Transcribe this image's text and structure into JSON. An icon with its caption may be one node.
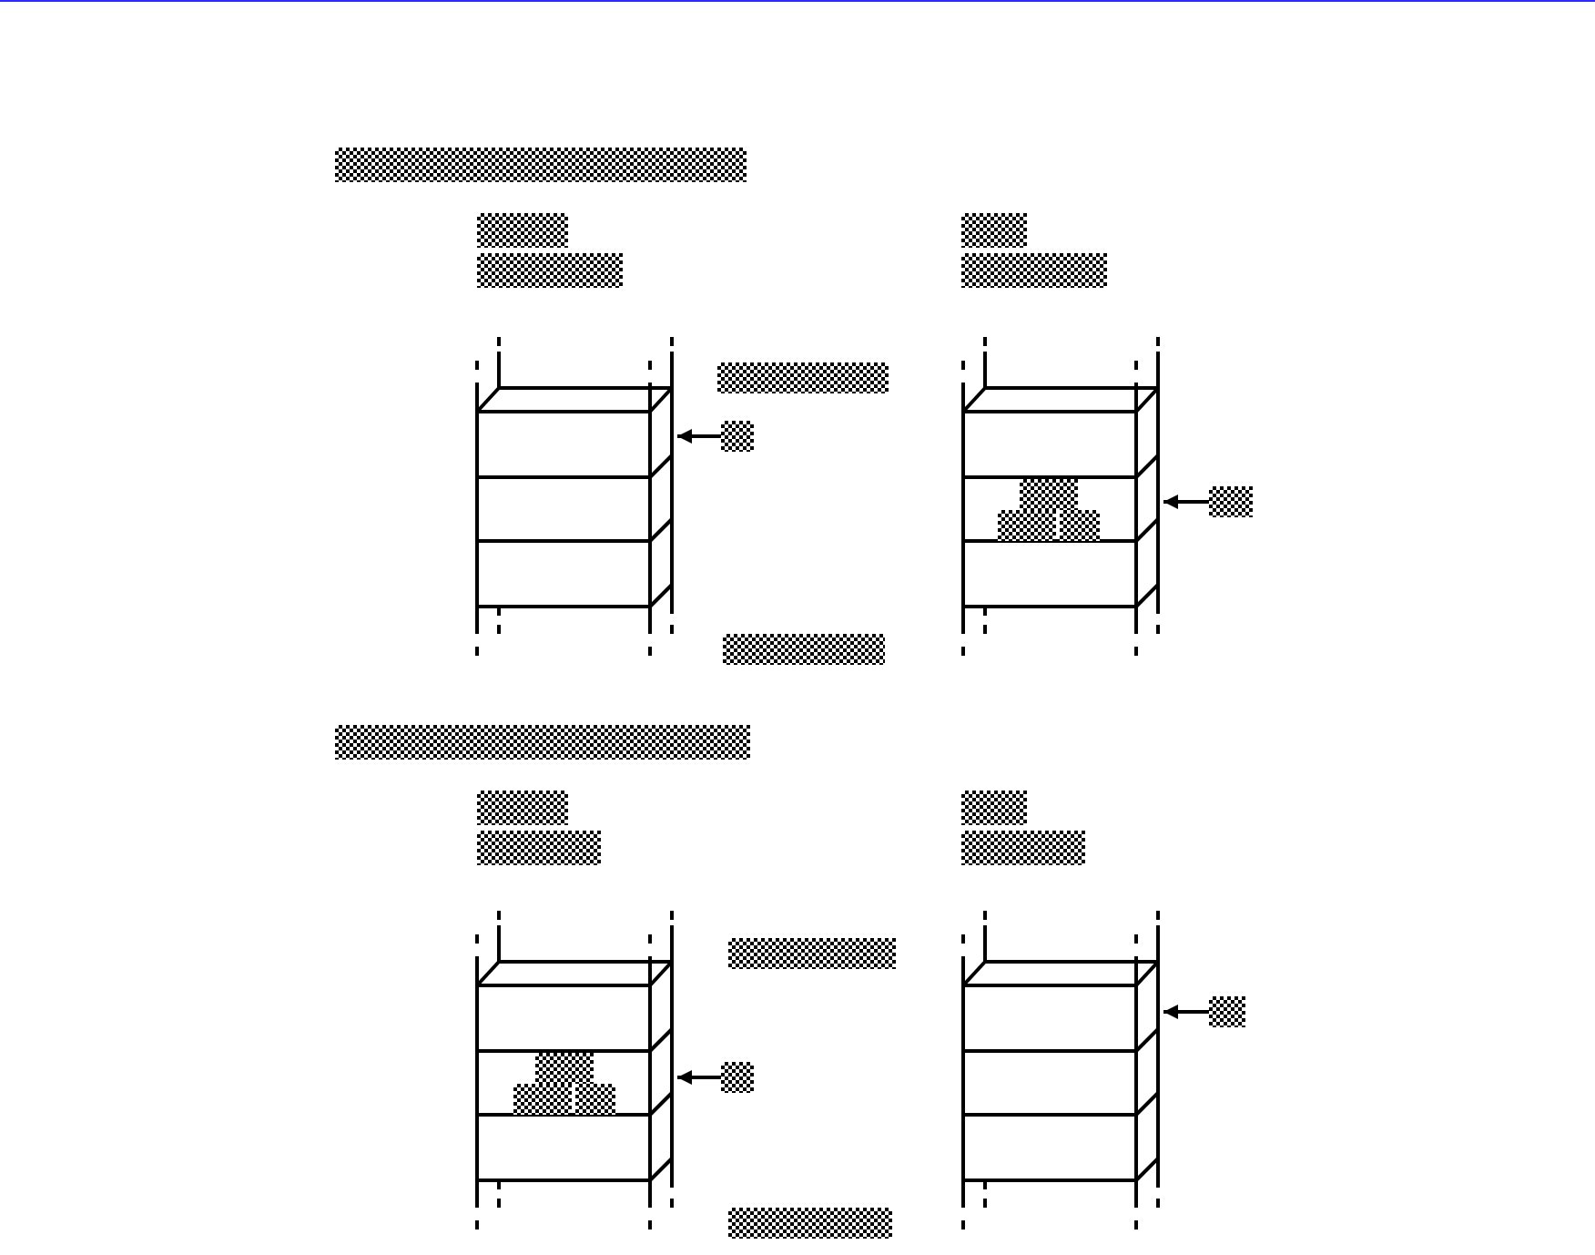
{
  "diagram": {
    "nodes": [
      {
        "text": [],
        "shape": "box"
      },
      {
        "text": [],
        "shape": "box"
      },
      {
        "text": [],
        "shape": "box"
      },
      {
        "text": [],
        "shape": "box"
      },
      {
        "text": [],
        "shape": "box"
      },
      {
        "text": [],
        "shape": "shelf"
      },
      {
        "text": [],
        "shape": "shelf"
      },
      {
        "text": [],
        "shape": "box"
      },
      {
        "text": [],
        "shape": "box"
      },
      {
        "text": [],
        "shape": "box",
        "in": 6
      },
      {
        "text": [],
        "shape": "box",
        "in": 6
      },
      {
        "text": [],
        "shape": "box",
        "in": 6
      },
      {
        "text": [],
        "shape": "box"
      },
      {
        "text": [],
        "shape": "box"
      },
      {
        "text": [],
        "shape": "box"
      },
      {
        "text": [],
        "shape": "box"
      },
      {
        "text": [],
        "shape": "box"
      },
      {
        "text": [],
        "shape": "box"
      },
      {
        "text": [],
        "shape": "box"
      },
      {
        "text": [],
        "shape": "shelf"
      },
      {
        "text": [],
        "shape": "shelf"
      },
      {
        "text": [],
        "shape": "box"
      },
      {
        "text": [],
        "shape": "box"
      },
      {
        "text": [],
        "shape": "box",
        "in": 19
      },
      {
        "text": [],
        "shape": "box",
        "in": 19
      },
      {
        "text": [],
        "shape": "box",
        "in": 19
      },
      {
        "text": [],
        "shape": "box"
      },
      {
        "text": [],
        "shape": "box"
      }
    ],
    "edges": [
      {
        "from": 8,
        "to": 5,
        "arrow": "to"
      },
      {
        "from": 12,
        "to": 6,
        "arrow": "to"
      },
      {
        "from": 22,
        "to": 20,
        "arrow": "to"
      },
      {
        "from": 26,
        "to": 19,
        "arrow": "to"
      }
    ]
  }
}
